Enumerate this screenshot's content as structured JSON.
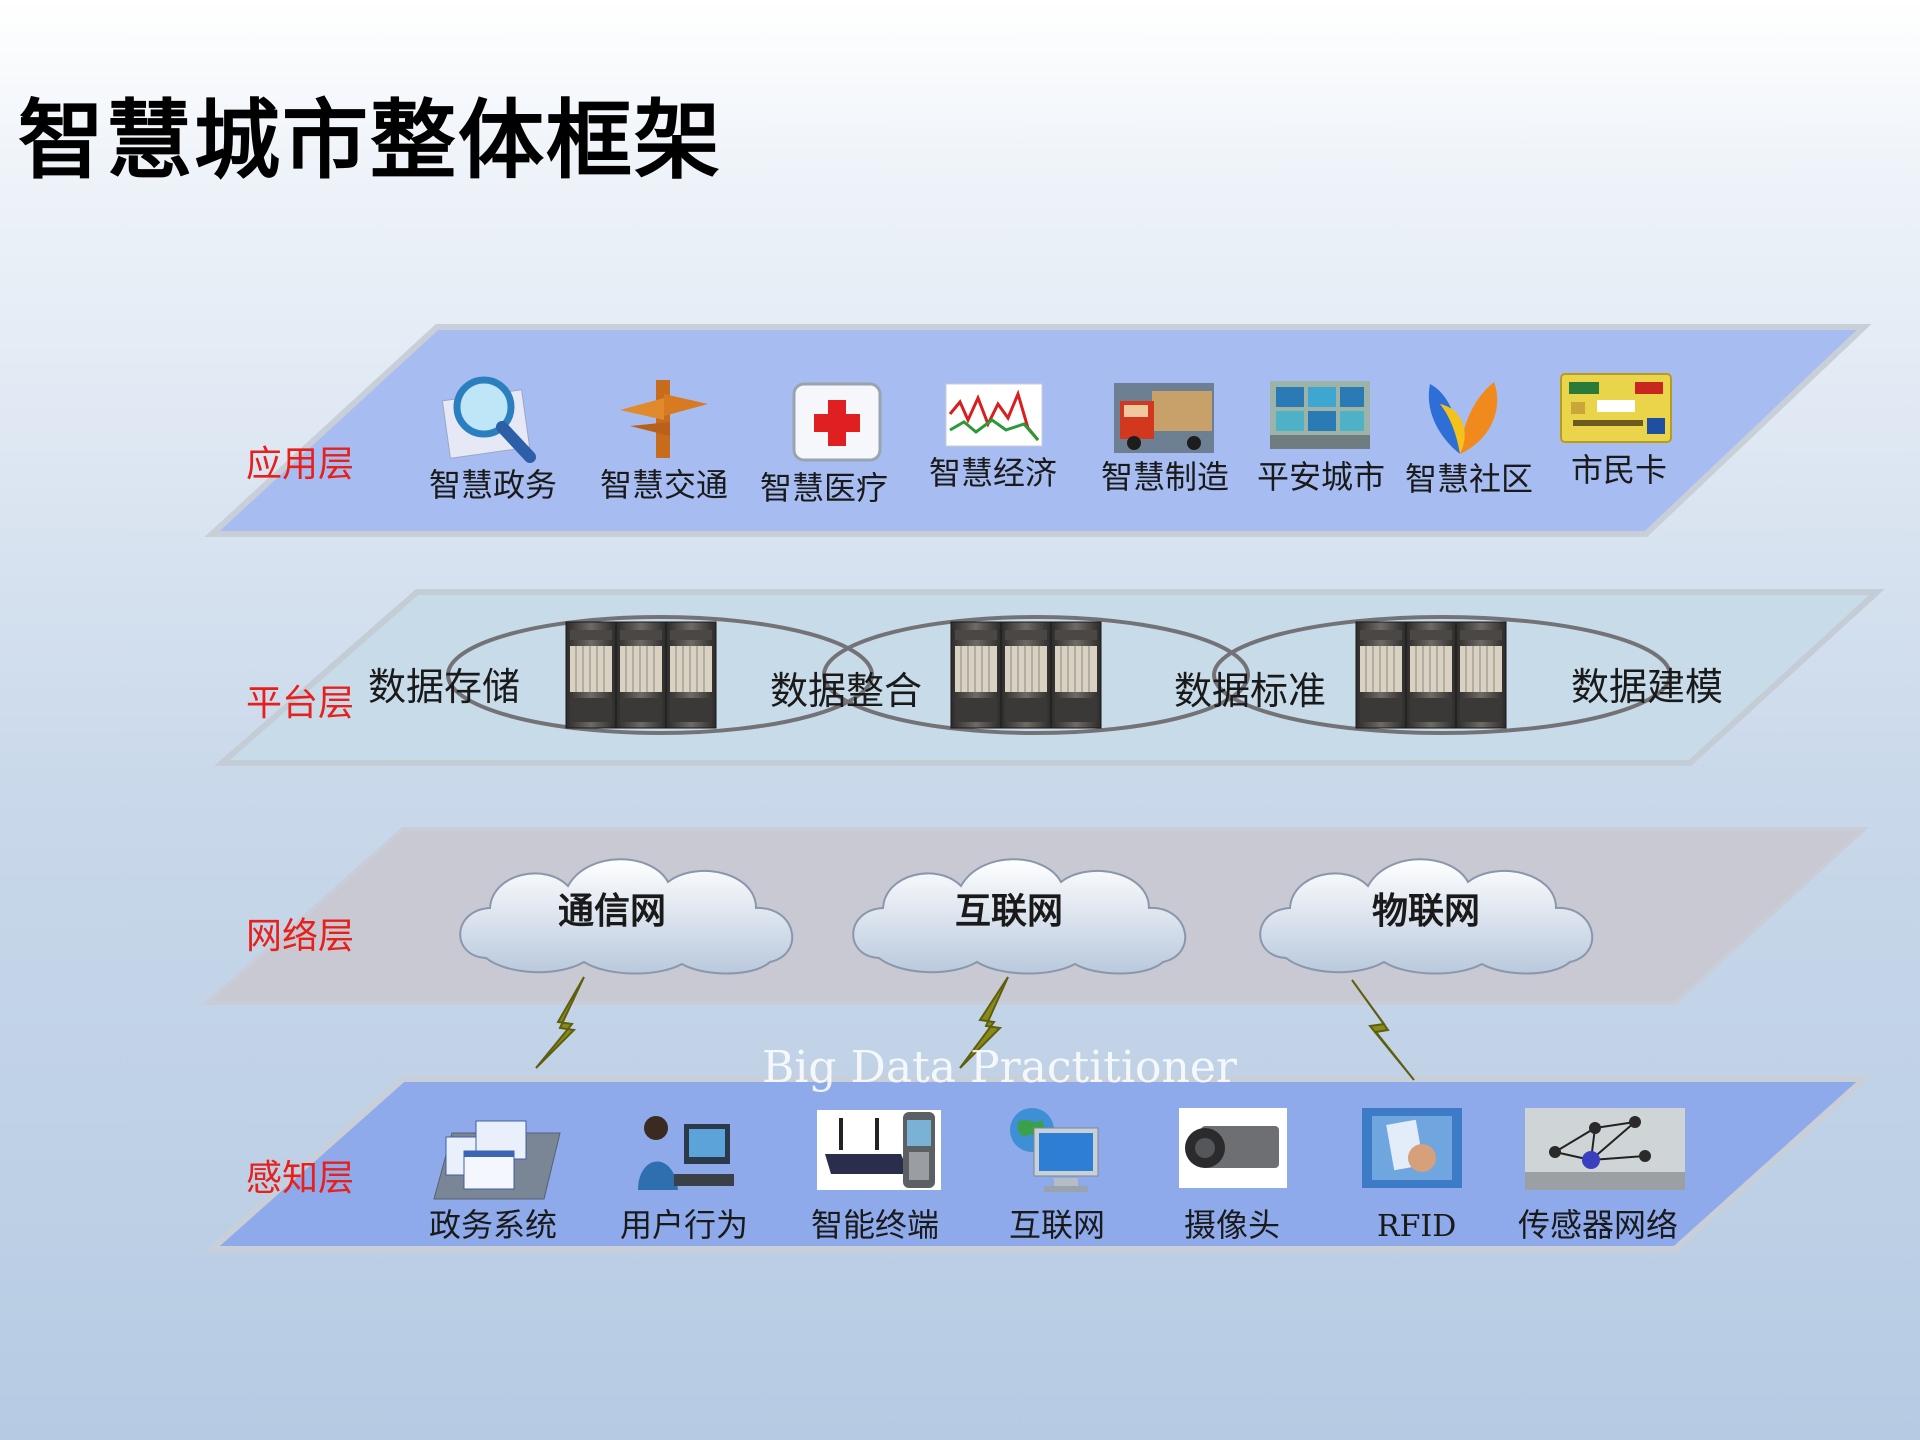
{
  "title": "智慧城市整体框架",
  "watermark": "Big Data Practitioner",
  "colors": {
    "layer_label": "#e8201c",
    "app_layer": "#a7bdf1",
    "platform_layer": "#c8dbe9",
    "network_layer": "#c8c9d2",
    "sense_layer": "#8eaaeb"
  },
  "layers": {
    "application": {
      "label": "应用层",
      "items": [
        {
          "label": "智慧政务",
          "icon": "search-magnifier-icon"
        },
        {
          "label": "智慧交通",
          "icon": "signpost-icon"
        },
        {
          "label": "智慧医疗",
          "icon": "medical-kit-icon"
        },
        {
          "label": "智慧经济",
          "icon": "stock-chart-icon"
        },
        {
          "label": "智慧制造",
          "icon": "truck-icon"
        },
        {
          "label": "平安城市",
          "icon": "monitor-wall-icon"
        },
        {
          "label": "智慧社区",
          "icon": "community-logo-icon"
        },
        {
          "label": "市民卡",
          "icon": "citizen-card-icon"
        }
      ]
    },
    "platform": {
      "label": "平台层",
      "items": [
        "数据存储",
        "数据整合",
        "数据标准",
        "数据建模"
      ],
      "server_icon": "server-rack-icon"
    },
    "network": {
      "label": "网络层",
      "items": [
        "通信网",
        "互联网",
        "物联网"
      ],
      "cloud_icon": "cloud-icon"
    },
    "sensing": {
      "label": "感知层",
      "items": [
        {
          "label": "政务系统",
          "icon": "government-system-icon"
        },
        {
          "label": "用户行为",
          "icon": "user-computer-icon"
        },
        {
          "label": "智能终端",
          "icon": "router-phone-icon"
        },
        {
          "label": "互联网",
          "icon": "globe-monitor-icon"
        },
        {
          "label": "摄像头",
          "icon": "camera-icon"
        },
        {
          "label": "RFID",
          "icon": "rfid-card-icon"
        },
        {
          "label": "传感器网络",
          "icon": "sensor-network-icon"
        }
      ]
    }
  }
}
